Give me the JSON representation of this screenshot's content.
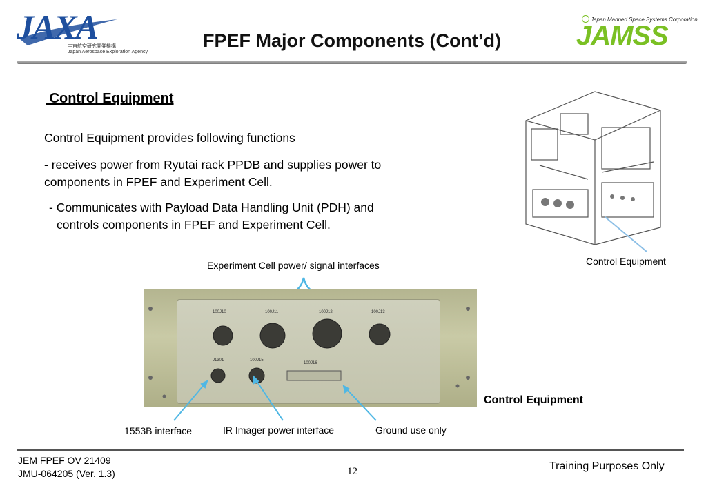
{
  "header": {
    "title": "FPEF Major Components (Cont’d)",
    "left_logo": {
      "wordmark": "JAXA",
      "subtitle_jp": "宇宙航空研究開発機構",
      "subtitle_en": "Japan Aerospace Exploration Agency"
    },
    "right_logo": {
      "tagline": "Japan Manned Space Systems Corporation",
      "wordmark": "JAMSS"
    }
  },
  "section": {
    "heading": " Control Equipment",
    "intro": "Control Equipment provides following functions",
    "bullet1_line1": "- receives power from Ryutai rack PPDB and supplies power to",
    "bullet1_line2": "components in FPEF and Experiment Cell.",
    "bullet2_line1": "- Communicates with Payload Data Handling Unit (PDH) and",
    "bullet2_line2": "controls components in FPEF and Experiment Cell."
  },
  "figure_top": {
    "caption": "Control Equipment"
  },
  "figure_panel": {
    "interface_caption": "Experiment Cell power/ signal interfaces",
    "caption_bold": "Control Equipment",
    "connector_tags": [
      "100J10",
      "100J11",
      "100J12",
      "100J13",
      "J1301",
      "100J15",
      "100J16"
    ],
    "label_1553b": "1553B interface",
    "label_ir": "IR Imager power interface",
    "label_ground": "Ground use only"
  },
  "footer": {
    "doc_id": "JEM FPEF OV 21409",
    "doc_ver": "JMU-064205 (Ver. 1.3)",
    "page": "12",
    "notice": "Training Purposes Only"
  },
  "colors": {
    "jaxa_blue": "#1e4f9e",
    "jamss_green": "#7ac023",
    "callout": "#4fb7e4",
    "panel": "#bfc09a"
  }
}
